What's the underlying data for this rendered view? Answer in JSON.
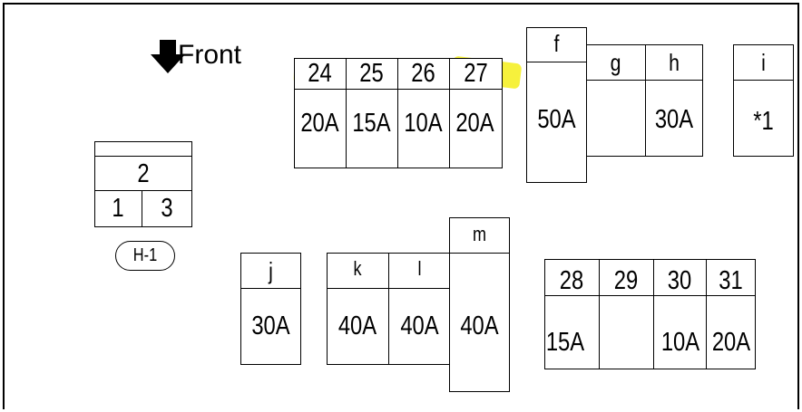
{
  "front_label": "Front",
  "connector": {
    "top": "2",
    "left": "1",
    "right": "3",
    "tag": "H-1"
  },
  "fuse_row_top": {
    "numbers": [
      "24",
      "25",
      "26",
      "27"
    ],
    "ratings": [
      "20A",
      "15A",
      "10A",
      "20A"
    ],
    "highlighted": [
      "24",
      "27"
    ]
  },
  "fuse_f": {
    "label": "f",
    "rating": "50A"
  },
  "fuse_g": {
    "label": "g",
    "rating": ""
  },
  "fuse_h": {
    "label": "h",
    "rating": "30A"
  },
  "fuse_i": {
    "label": "i",
    "rating": "*1"
  },
  "fuse_j": {
    "label": "j",
    "rating": "30A"
  },
  "fuse_k": {
    "label": "k",
    "rating": "40A"
  },
  "fuse_l": {
    "label": "l",
    "rating": "40A"
  },
  "fuse_m": {
    "label": "m",
    "rating": "40A"
  },
  "fuse_row_bottom": {
    "numbers": [
      "28",
      "29",
      "30",
      "31"
    ],
    "ratings": [
      "15A",
      "",
      "10A",
      "20A"
    ]
  },
  "colors": {
    "highlight": "#f5ee1a",
    "line": "#000000"
  }
}
